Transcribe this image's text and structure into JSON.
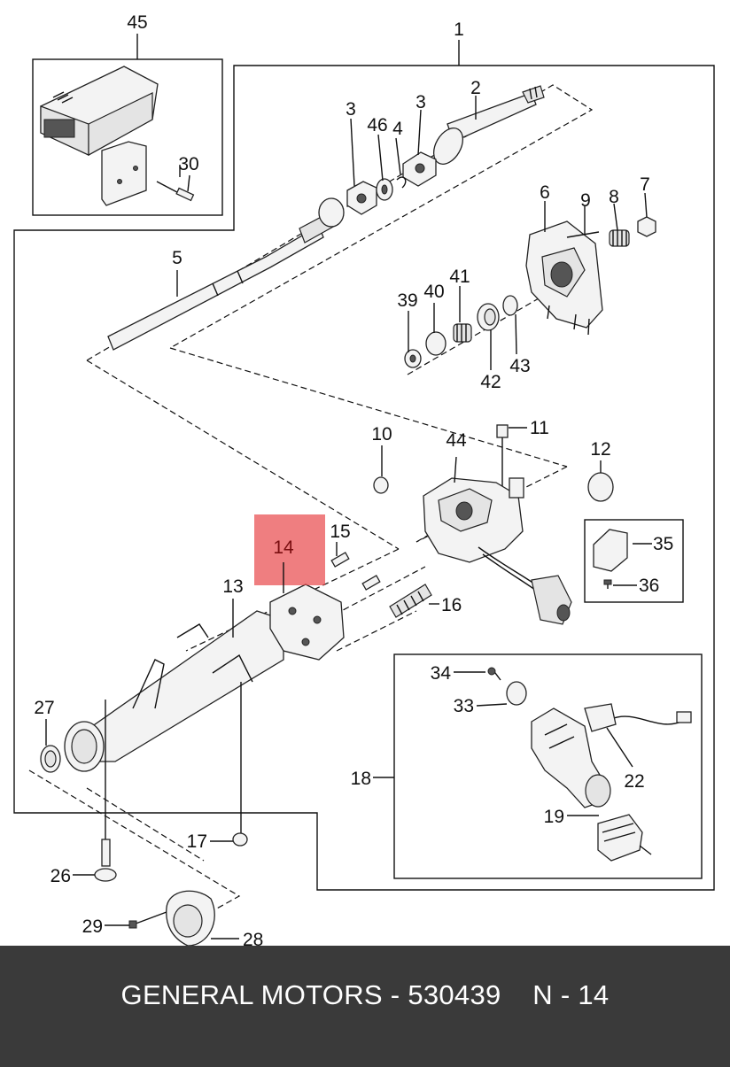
{
  "footer": {
    "brand": "GENERAL MOTORS",
    "separator": " - ",
    "part_number": "530439",
    "position_ref": "N - 14"
  },
  "highlight": {
    "label": "14",
    "color": "#e8474a",
    "opacity": 0.7
  },
  "callouts": {
    "c1": "1",
    "c2": "2",
    "c3a": "3",
    "c3b": "3",
    "c4": "4",
    "c5": "5",
    "c6": "6",
    "c7": "7",
    "c8": "8",
    "c9": "9",
    "c10": "10",
    "c11": "11",
    "c12": "12",
    "c13": "13",
    "c15": "15",
    "c16": "16",
    "c17": "17",
    "c18": "18",
    "c19": "19",
    "c22": "22",
    "c26": "26",
    "c27": "27",
    "c28": "28",
    "c29": "29",
    "c30": "30",
    "c33": "33",
    "c34": "34",
    "c35": "35",
    "c36": "36",
    "c39": "39",
    "c40": "40",
    "c41": "41",
    "c42": "42",
    "c43": "43",
    "c44": "44",
    "c45": "45",
    "c46": "46"
  }
}
